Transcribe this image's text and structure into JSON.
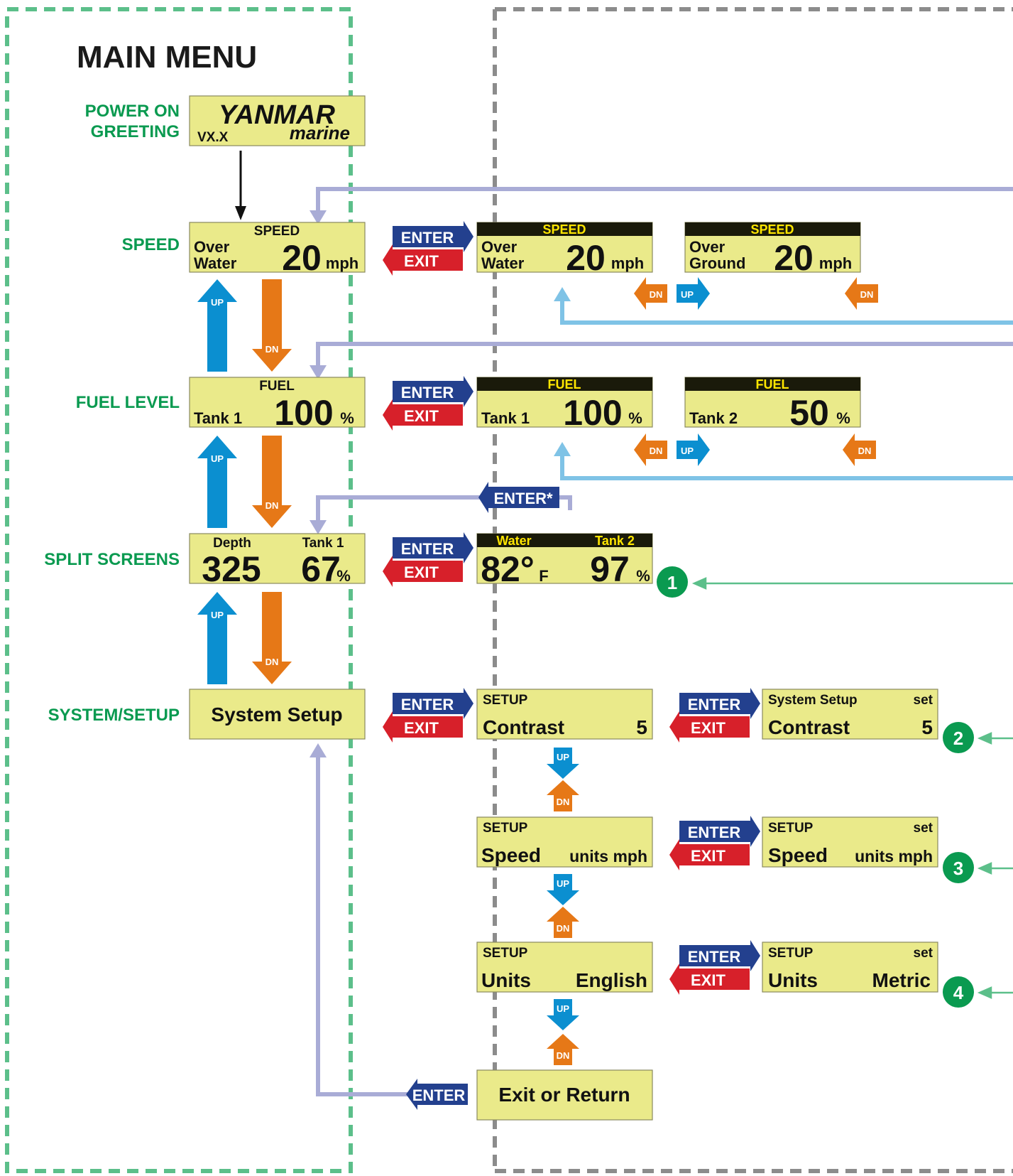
{
  "title": "MAIN MENU",
  "menu_labels": {
    "power_on_1": "POWER ON",
    "power_on_2": "GREETING",
    "speed": "SPEED",
    "fuel": "FUEL LEVEL",
    "split": "SPLIT SCREENS",
    "system": "SYSTEM/SETUP"
  },
  "greeting": {
    "brand": "YANMAR",
    "sub": "marine",
    "version": "VX.X"
  },
  "buttons": {
    "enter": "ENTER",
    "exit": "EXIT",
    "enter_star": "ENTER*",
    "up": "UP",
    "dn": "DN"
  },
  "speed_main": {
    "header": "SPEED",
    "line1": "Over",
    "line2": "Water",
    "value": "20",
    "unit": "mph"
  },
  "speed_water": {
    "header": "SPEED",
    "line1": "Over",
    "line2": "Water",
    "value": "20",
    "unit": "mph"
  },
  "speed_ground": {
    "header": "SPEED",
    "line1": "Over",
    "line2": "Ground",
    "value": "20",
    "unit": "mph"
  },
  "fuel_main": {
    "header": "FUEL",
    "label": "Tank 1",
    "value": "100",
    "unit": "%"
  },
  "fuel_tank1": {
    "header": "FUEL",
    "label": "Tank 1",
    "value": "100",
    "unit": "%"
  },
  "fuel_tank2": {
    "header": "FUEL",
    "label": "Tank 2",
    "value": "50",
    "unit": "%"
  },
  "split_main": {
    "left_label": "Depth",
    "right_label": "Tank 1",
    "left_value": "325",
    "right_value": "67",
    "right_unit": "%"
  },
  "split_sub": {
    "left_label": "Water",
    "right_label": "Tank 2",
    "left_value": "82°",
    "left_unit": "F",
    "right_value": "97",
    "right_unit": "%"
  },
  "system_main": {
    "label": "System Setup"
  },
  "setup_contrast": {
    "header": "SETUP",
    "label": "Contrast",
    "value": "5"
  },
  "set_contrast": {
    "header": "System Setup",
    "set": "set",
    "label": "Contrast",
    "value": "5"
  },
  "setup_speed": {
    "header": "SETUP",
    "label": "Speed",
    "value": "units mph"
  },
  "set_speed": {
    "header": "SETUP",
    "set": "set",
    "label": "Speed",
    "value": "units mph"
  },
  "setup_units": {
    "header": "SETUP",
    "label": "Units",
    "value": "English"
  },
  "set_units": {
    "header": "SETUP",
    "set": "set",
    "label": "Units",
    "value": "Metric"
  },
  "exit_return": {
    "label": "Exit or Return"
  },
  "callouts": [
    "1",
    "2",
    "3",
    "4"
  ],
  "colors": {
    "green_dash": "#5cbf8a",
    "gray_dash": "#8c8c8c",
    "lcd": "#eaea8a",
    "enter": "#23408e",
    "exit": "#d7202a",
    "up": "#0b8fd0",
    "dn": "#e67817",
    "flow": "#a9acd6",
    "flow_light": "#7fc3e6",
    "callout": "#0a9a50"
  }
}
